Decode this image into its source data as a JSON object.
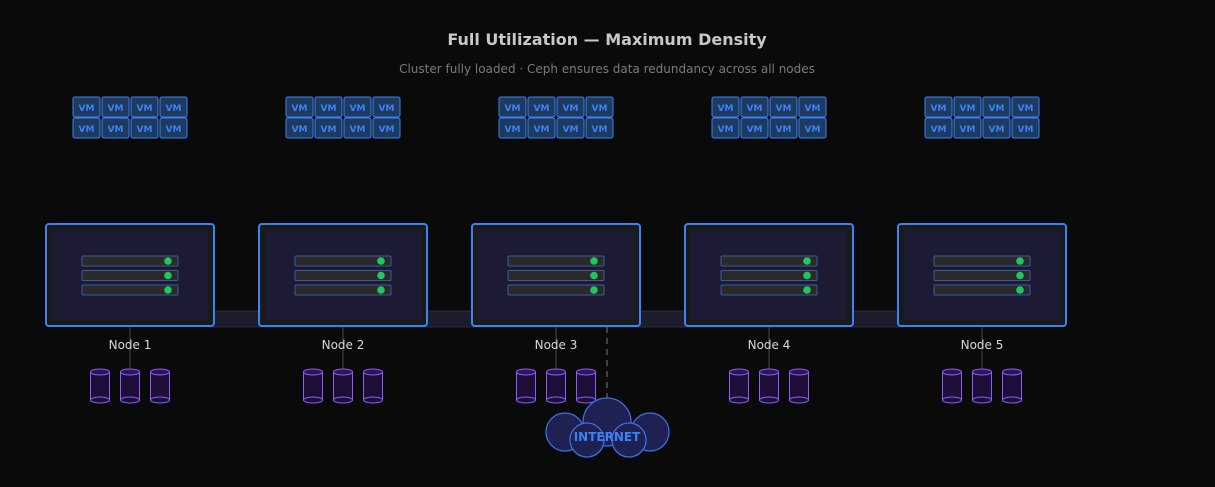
{
  "title": "Full Utilization — Maximum Density",
  "subtitle": "Cluster fully loaded · Ceph ensures data redundancy across all nodes",
  "vm_label": "VM",
  "vms_per_node": 8,
  "disks_per_node": 3,
  "status_rows_per_node": 3,
  "nodes": [
    {
      "label": "Node 1"
    },
    {
      "label": "Node 2"
    },
    {
      "label": "Node 3"
    },
    {
      "label": "Node 4"
    },
    {
      "label": "Node 5"
    }
  ],
  "internet_label": "INTERNET",
  "colors": {
    "accent": "#3b82f6",
    "node_fill": "#1c1b33",
    "status": "#22c55e",
    "disk": "#8b5cf6",
    "vm_fill": "#1e3a5f"
  }
}
